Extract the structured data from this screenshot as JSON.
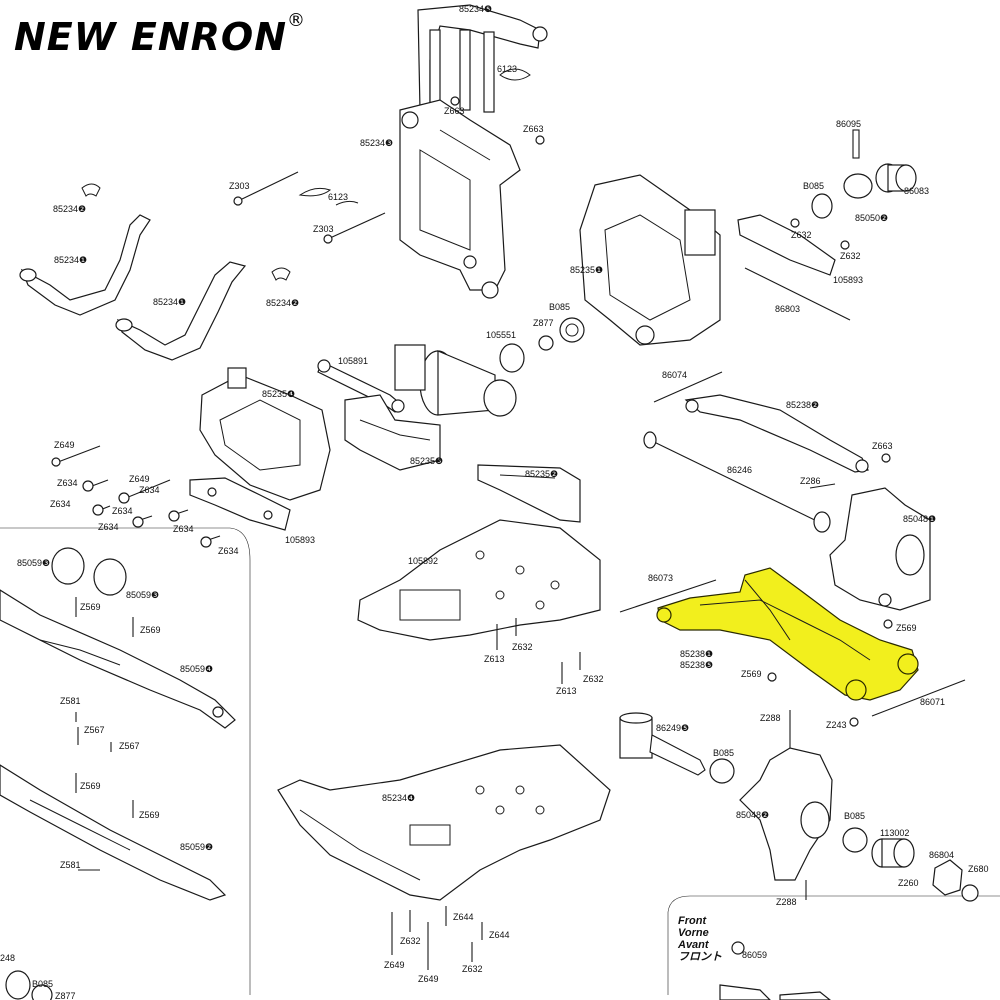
{
  "brand": {
    "name": "NEW ENRON",
    "mark": "®"
  },
  "colors": {
    "highlight": "#f2ef1d",
    "line": "#1a1a1a"
  },
  "front_note": {
    "lines": [
      "Front",
      "Vorne",
      "Avant",
      "フロント"
    ]
  },
  "labels": {
    "l85234_top": "85234❺",
    "l6123_a": "6123",
    "lZ663_a": "Z663",
    "lZ663_b": "Z663",
    "l85234_mid": "85234❸",
    "l86095": "86095",
    "lZ303_a": "Z303",
    "l6123_b": "6123",
    "lZ303_b": "Z303",
    "l85234_2a": "85234❷",
    "lB085_a": "B085",
    "l86083": "86083",
    "l85050": "85050❷",
    "lZ632_a": "Z632",
    "lZ632_b": "Z632",
    "l85234_1a": "85234❶",
    "l85234_1b": "85234❶",
    "l85234_2b": "85234❷",
    "l85235_1": "85235❶",
    "l105893_a": "105893",
    "l86803": "86803",
    "lB085_b": "B085",
    "lZ877_a": "Z877",
    "l105551": "105551",
    "l105891": "105891",
    "l86074": "86074",
    "l85235_4": "85235❹",
    "l85238_2": "85238❷",
    "lZ663_c": "Z663",
    "l85235_3": "85235❸",
    "l86246": "86246",
    "lZ649_a": "Z649",
    "lZ634_a": "Z634",
    "lZ649_b": "Z649",
    "lZ634_b": "Z634",
    "lZ634_c": "Z634",
    "lZ634_d": "Z634",
    "lZ634_e": "Z634",
    "lZ634_f": "Z634",
    "l105893_b": "105893",
    "l85235_2": "85235❷",
    "lZ286": "Z286",
    "l85048_a": "85048❶",
    "l85059_3a": "85059❸",
    "l85059_3b": "85059❸",
    "lZ569_a": "Z569",
    "lZ569_b": "Z569",
    "l105892": "105892",
    "l86073": "86073",
    "lZ569_c": "Z569",
    "l85059_4": "85059❹",
    "lZ613_a": "Z613",
    "lZ632_c": "Z632",
    "lZ613_b": "Z613",
    "lZ632_d": "Z632",
    "l85238_1": "85238❶",
    "l85238_5": "85238❺",
    "lZ569_d": "Z569",
    "l86071": "86071",
    "lZ581_a": "Z581",
    "lZ567_a": "Z567",
    "lZ567_b": "Z567",
    "lZ288_a": "Z288",
    "lZ243": "Z243",
    "l86249": "86249❺",
    "lB085_c": "B085",
    "lZ569_e": "Z569",
    "lZ569_f": "Z569",
    "l85234_4": "85234❹",
    "l85048_b": "85048❷",
    "lB085_d": "B085",
    "l113002": "113002",
    "l85059_2": "85059❷",
    "lZ581_b": "Z581",
    "l86804": "86804",
    "lZ680": "Z680",
    "lZ260": "Z260",
    "lZ288_b": "Z288",
    "lZ644_a": "Z644",
    "lZ644_b": "Z644",
    "lZ632_e": "Z632",
    "lZ649_c": "Z649",
    "lZ649_d": "Z649",
    "lZ632_f": "Z632",
    "l86059": "86059",
    "l248": "248",
    "lB085_e": "B085",
    "lZ877_b": "Z877"
  }
}
